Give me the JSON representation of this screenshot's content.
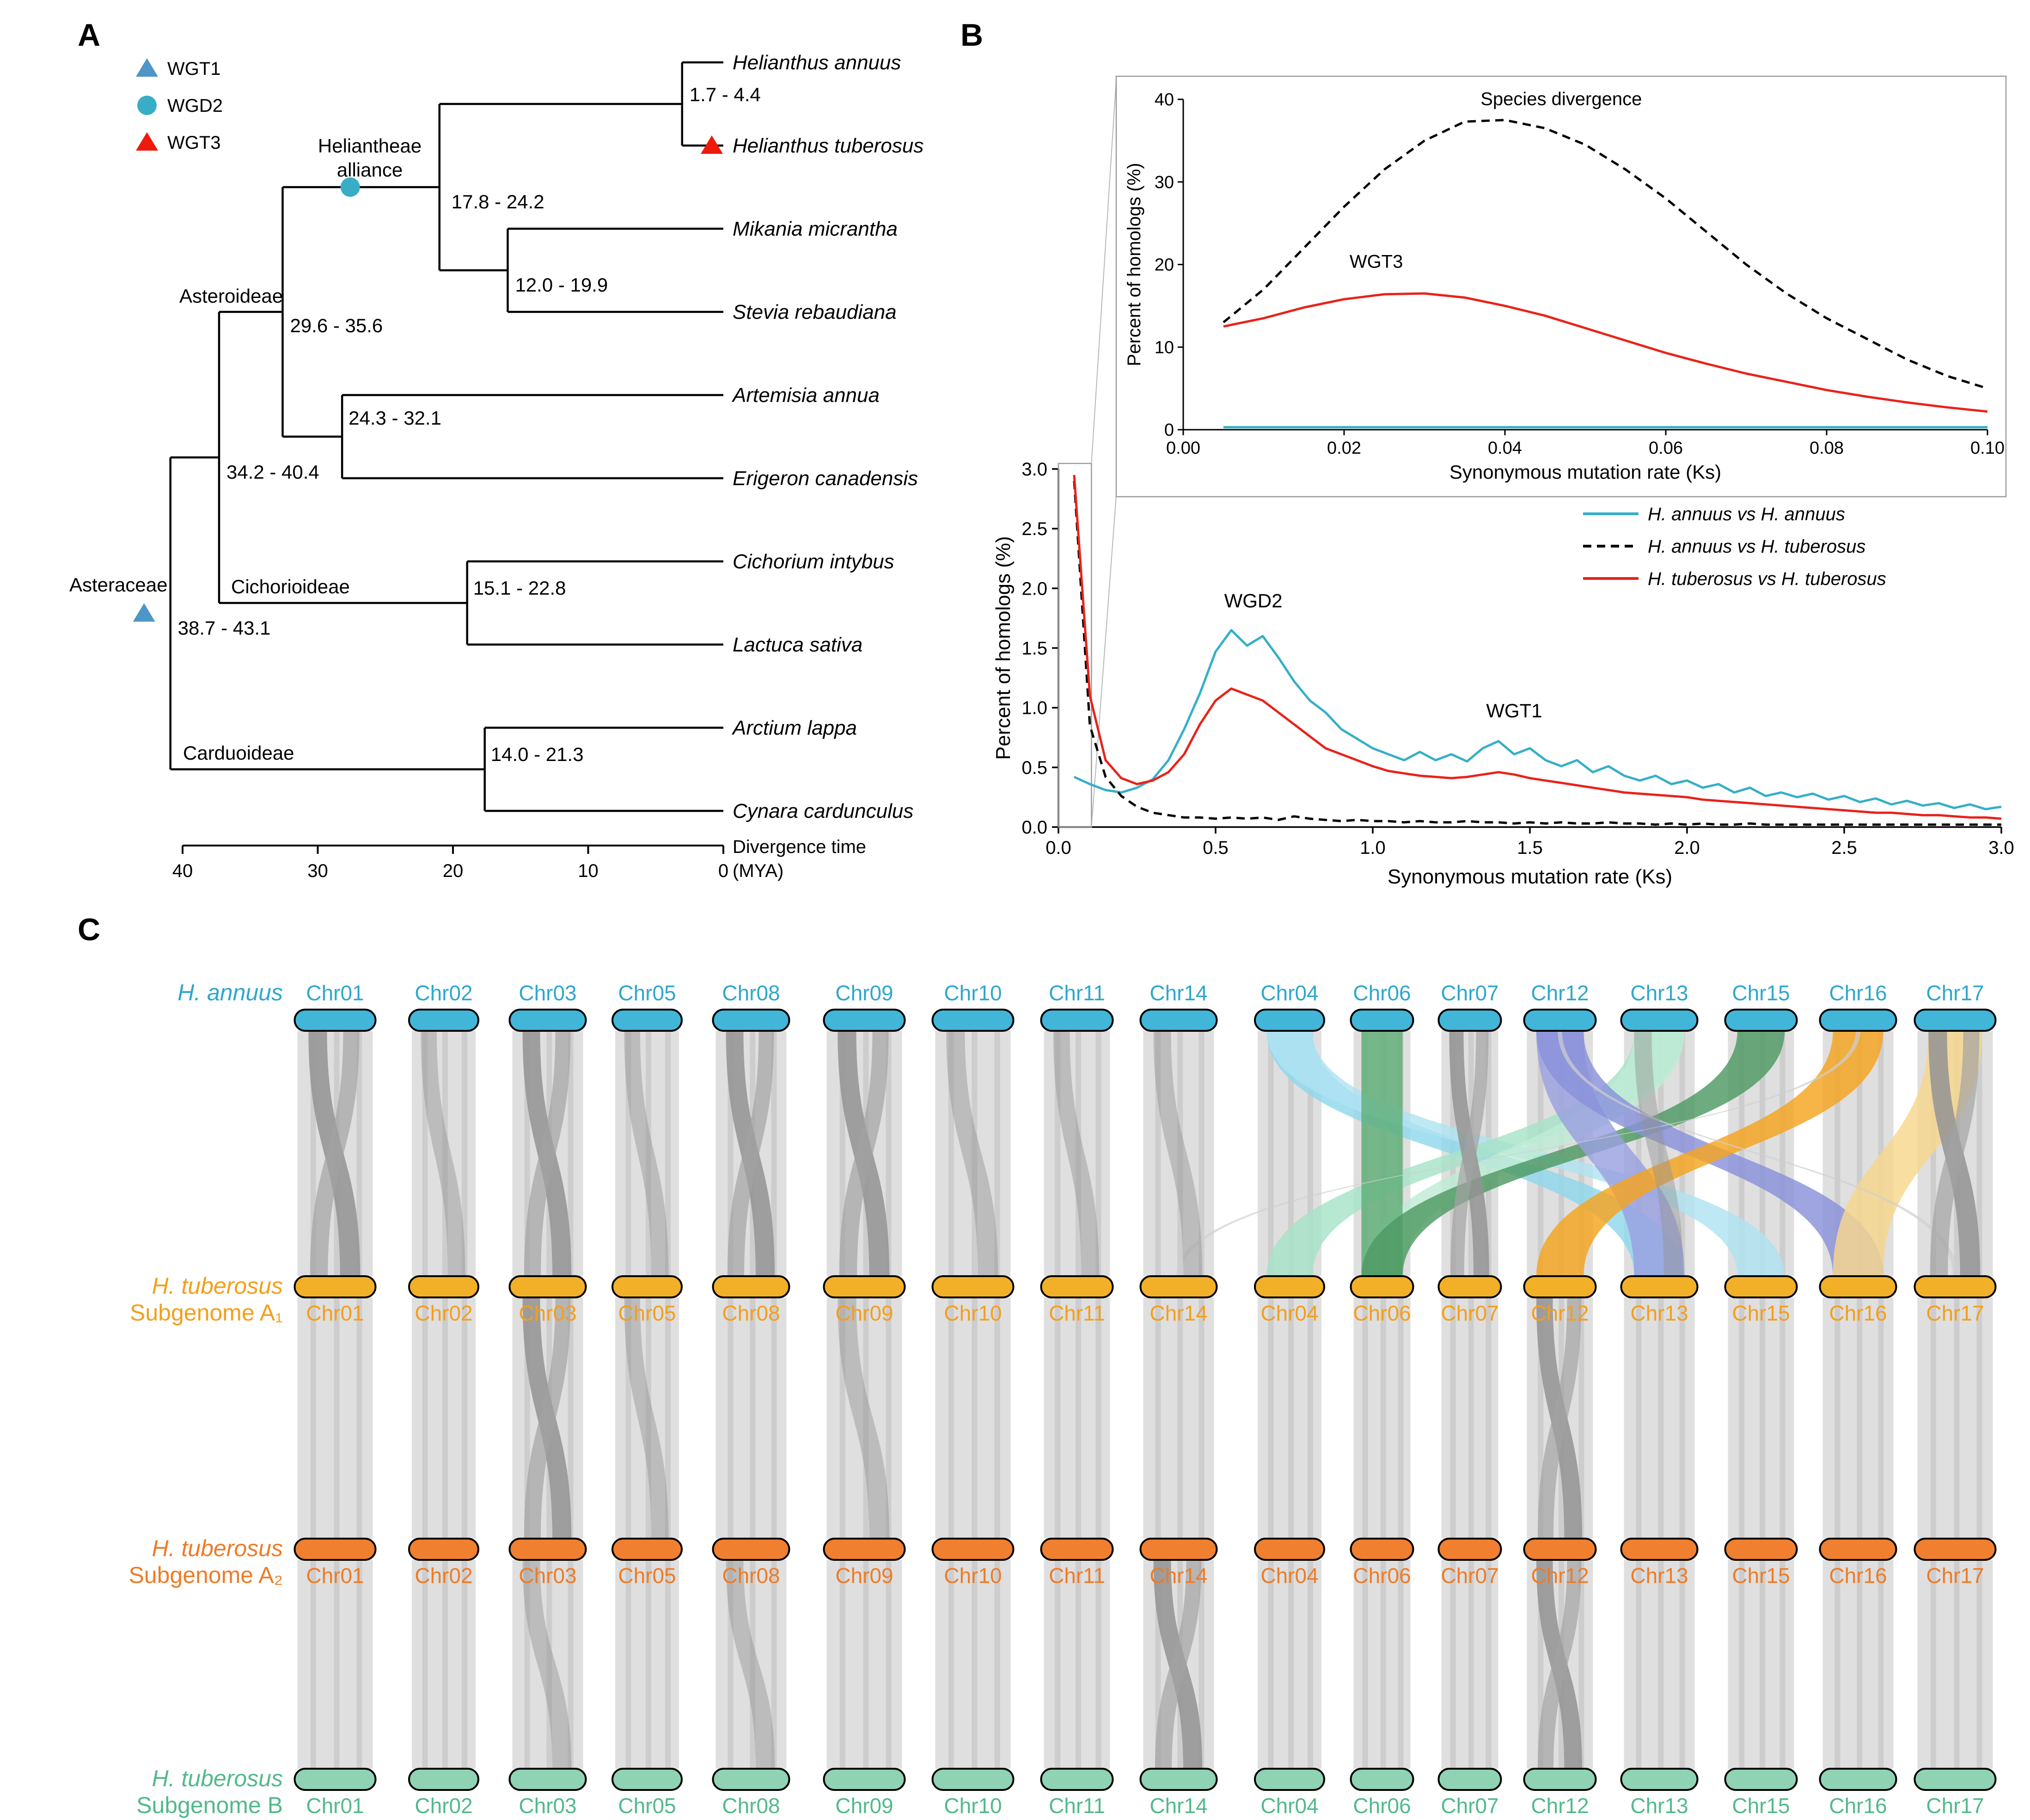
{
  "panels": {
    "a": "A",
    "b": "B",
    "c": "C"
  },
  "tree": {
    "legend": [
      {
        "label": "WGT1",
        "shape": "triangle",
        "color": "#4D96C8"
      },
      {
        "label": "WGD2",
        "shape": "circle",
        "color": "#39ACC6"
      },
      {
        "label": "WGT3",
        "shape": "triangle",
        "color": "#EE1B0D"
      }
    ],
    "axis": {
      "ticks": [
        "40",
        "30",
        "20",
        "10",
        "0"
      ],
      "label_line1": "Divergence time",
      "label_line2": "(MYA)"
    },
    "root": {
      "age_label": "38.7 - 43.1",
      "age": 40.9,
      "clade": "Asteraceae",
      "marker": "WGT1",
      "children": [
        {
          "age_label": "34.2 - 40.4",
          "age": 37.3,
          "children": [
            {
              "age_label": "29.6 - 35.6",
              "age": 32.6,
              "clade": "Asteroideae",
              "children": [
                {
                  "age_label": "17.8 - 24.2",
                  "age": 21.0,
                  "clade": "Heliantheae alliance",
                  "marker": "WGD2",
                  "children": [
                    {
                      "age_label": "1.7 - 4.4",
                      "age": 3.05,
                      "children": [
                        {
                          "species": "Helianthus annuus"
                        },
                        {
                          "species": "Helianthus tuberosus",
                          "marker": "WGT3"
                        }
                      ]
                    },
                    {
                      "age_label": "12.0 - 19.9",
                      "age": 15.95,
                      "children": [
                        {
                          "species": "Mikania micrantha"
                        },
                        {
                          "species": "Stevia rebaudiana"
                        }
                      ]
                    }
                  ]
                },
                {
                  "age_label": "24.3 - 32.1",
                  "age": 28.2,
                  "children": [
                    {
                      "species": "Artemisia annua"
                    },
                    {
                      "species": "Erigeron canadensis"
                    }
                  ]
                }
              ]
            },
            {
              "age_label": "15.1 - 22.8",
              "age": 18.95,
              "clade": "Cichorioideae",
              "children": [
                {
                  "species": "Cichorium intybus"
                },
                {
                  "species": "Lactuca sativa"
                }
              ]
            }
          ]
        },
        {
          "age_label": "14.0 - 21.3",
          "age": 17.65,
          "clade": "Carduoideae",
          "children": [
            {
              "species": "Arctium lappa"
            },
            {
              "species": "Cynara cardunculus"
            }
          ]
        }
      ]
    }
  },
  "chart_data": [
    {
      "type": "line",
      "title": "",
      "xlabel": "Synonymous mutation rate (Ks)",
      "ylabel": "Percent of homologs (%)",
      "xlim": [
        0.0,
        3.0
      ],
      "ylim": [
        0.0,
        3.0
      ],
      "xticks": [
        "0.0",
        "0.5",
        "1.0",
        "1.5",
        "2.0",
        "2.5",
        "3.0"
      ],
      "yticks": [
        "0.0",
        "0.5",
        "1.0",
        "1.5",
        "2.0",
        "2.5",
        "3.0"
      ],
      "grid": false,
      "legend_position": "right-below-inset",
      "ks_start": 0.05,
      "ks_step": 0.05,
      "annotations": [
        {
          "text": "WGD2",
          "x": 0.62,
          "y": 1.84
        },
        {
          "text": "WGT1",
          "x": 1.45,
          "y": 0.92
        }
      ],
      "series": [
        {
          "name": "H. annuus vs H. annuus",
          "color": "#35AFC8",
          "style": "solid",
          "values": [
            0.42,
            0.36,
            0.31,
            0.29,
            0.33,
            0.4,
            0.56,
            0.82,
            1.12,
            1.47,
            1.65,
            1.52,
            1.6,
            1.42,
            1.22,
            1.06,
            0.96,
            0.82,
            0.74,
            0.66,
            0.61,
            0.56,
            0.63,
            0.56,
            0.61,
            0.55,
            0.66,
            0.72,
            0.61,
            0.66,
            0.56,
            0.51,
            0.56,
            0.46,
            0.51,
            0.43,
            0.39,
            0.43,
            0.36,
            0.39,
            0.33,
            0.36,
            0.29,
            0.33,
            0.26,
            0.29,
            0.25,
            0.28,
            0.23,
            0.26,
            0.21,
            0.24,
            0.19,
            0.22,
            0.18,
            0.2,
            0.16,
            0.19,
            0.15,
            0.17
          ]
        },
        {
          "name": "H. annuus vs H. tuberosus",
          "color": "#000000",
          "style": "dashed",
          "values": [
            2.9,
            0.85,
            0.42,
            0.26,
            0.17,
            0.12,
            0.1,
            0.08,
            0.08,
            0.07,
            0.08,
            0.07,
            0.08,
            0.06,
            0.09,
            0.07,
            0.06,
            0.05,
            0.06,
            0.05,
            0.05,
            0.04,
            0.05,
            0.04,
            0.04,
            0.05,
            0.04,
            0.04,
            0.03,
            0.04,
            0.03,
            0.04,
            0.03,
            0.03,
            0.04,
            0.03,
            0.03,
            0.02,
            0.03,
            0.02,
            0.03,
            0.02,
            0.02,
            0.03,
            0.02,
            0.02,
            0.02,
            0.02,
            0.02,
            0.02,
            0.02,
            0.02,
            0.02,
            0.02,
            0.02,
            0.02,
            0.02,
            0.02,
            0.02,
            0.02
          ]
        },
        {
          "name": "H. tuberosus vs H. tuberosus",
          "color": "#E8231A",
          "style": "solid",
          "values": [
            2.95,
            1.1,
            0.56,
            0.41,
            0.36,
            0.39,
            0.46,
            0.61,
            0.86,
            1.06,
            1.16,
            1.11,
            1.06,
            0.96,
            0.86,
            0.76,
            0.66,
            0.61,
            0.56,
            0.51,
            0.47,
            0.45,
            0.43,
            0.42,
            0.41,
            0.42,
            0.44,
            0.46,
            0.44,
            0.41,
            0.39,
            0.37,
            0.35,
            0.33,
            0.31,
            0.29,
            0.28,
            0.27,
            0.26,
            0.25,
            0.23,
            0.22,
            0.21,
            0.2,
            0.19,
            0.18,
            0.17,
            0.16,
            0.15,
            0.14,
            0.13,
            0.12,
            0.12,
            0.11,
            0.1,
            0.1,
            0.09,
            0.08,
            0.08,
            0.07
          ]
        }
      ]
    },
    {
      "type": "line",
      "title": "",
      "xlabel": "Synonymous mutation rate (Ks)",
      "ylabel": "Percent of homologs (%)",
      "xlim": [
        0.0,
        0.1
      ],
      "ylim": [
        0,
        40
      ],
      "xticks": [
        "0.00",
        "0.02",
        "0.04",
        "0.06",
        "0.08",
        "0.10"
      ],
      "yticks": [
        "0",
        "10",
        "20",
        "30",
        "40"
      ],
      "grid": false,
      "ks_start": 0.005,
      "ks_step": 0.005,
      "annotations": [
        {
          "text": "Species divergence",
          "x": 0.047,
          "y": 39.3
        },
        {
          "text": "WGT3",
          "x": 0.024,
          "y": 19.6
        }
      ],
      "series": [
        {
          "name": "H. annuus vs H. annuus",
          "color": "#35AFC8",
          "style": "solid",
          "values": [
            0.3,
            0.3,
            0.3,
            0.3,
            0.3,
            0.3,
            0.3,
            0.3,
            0.3,
            0.3,
            0.3,
            0.3,
            0.3,
            0.3,
            0.3,
            0.3,
            0.3,
            0.3,
            0.3,
            0.3
          ]
        },
        {
          "name": "H. annuus vs H. tuberosus",
          "color": "#000000",
          "style": "dashed",
          "values": [
            13,
            17,
            22,
            27,
            31.5,
            35,
            37.3,
            37.5,
            36.5,
            34.5,
            31.5,
            28,
            24,
            20,
            16.5,
            13.5,
            11,
            8.5,
            6.5,
            5
          ]
        },
        {
          "name": "H. tuberosus vs H. tuberosus",
          "color": "#E8231A",
          "style": "solid",
          "values": [
            12.5,
            13.5,
            14.8,
            15.8,
            16.4,
            16.5,
            16.0,
            15.0,
            13.8,
            12.3,
            10.8,
            9.3,
            8.0,
            6.8,
            5.8,
            4.8,
            4.0,
            3.3,
            2.7,
            2.2
          ]
        }
      ]
    }
  ],
  "synteny": {
    "rows": [
      {
        "name_line1": "H. annuus",
        "name_line2": "",
        "bar_color": "#41B6D9",
        "label_color": "#2EA7CE"
      },
      {
        "name_line1": "H. tuberosus",
        "name_line2": "Subgenome A₁",
        "bar_color": "#F2B028",
        "label_color": "#F59E1A"
      },
      {
        "name_line1": "H. tuberosus",
        "name_line2": "Subgenome A₂",
        "bar_color": "#F0802F",
        "label_color": "#EF7B25"
      },
      {
        "name_line1": "H. tuberosus",
        "name_line2": "Subgenome B",
        "bar_color": "#90D2B4",
        "label_color": "#52B98B"
      }
    ],
    "chromosomes": [
      "Chr01",
      "Chr02",
      "Chr03",
      "Chr05",
      "Chr08",
      "Chr09",
      "Chr10",
      "Chr11",
      "Chr14",
      "Chr04",
      "Chr06",
      "Chr07",
      "Chr12",
      "Chr13",
      "Chr15",
      "Chr16",
      "Chr17"
    ],
    "colored_links": [
      {
        "pair": 0,
        "from": "Chr04",
        "to": "Chr13",
        "color": "#8FD8EC"
      },
      {
        "pair": 0,
        "from": "Chr04",
        "to": "Chr15",
        "color": "#AEE3F2"
      },
      {
        "pair": 0,
        "from": "Chr13",
        "to": "Chr04",
        "color": "#A6E3C8"
      },
      {
        "pair": 0,
        "from": "Chr13",
        "to": "Chr06",
        "color": "#BFEBD6"
      },
      {
        "pair": 0,
        "from": "Chr06",
        "to": "Chr06",
        "color": "#5FAE78"
      },
      {
        "pair": 0,
        "from": "Chr15",
        "to": "Chr06",
        "color": "#4E9A63"
      },
      {
        "pair": 0,
        "from": "Chr12",
        "to": "Chr13",
        "color": "#9AA0E0"
      },
      {
        "pair": 0,
        "from": "Chr12",
        "to": "Chr16",
        "color": "#8A91DB"
      },
      {
        "pair": 0,
        "from": "Chr16",
        "to": "Chr12",
        "color": "#F5A41F"
      },
      {
        "pair": 0,
        "from": "Chr17",
        "to": "Chr16",
        "color": "#F8D78C"
      },
      {
        "pair": 0,
        "from": "Chr16",
        "to": "Chr14",
        "color": "#CFCFCF",
        "thin": true
      },
      {
        "pair": 0,
        "from": "Chr12",
        "to": "Chr17",
        "color": "#CFCFCF",
        "thin": true
      }
    ],
    "dark_links": [
      {
        "pair": 0,
        "chr": "Chr01",
        "strength": "strong"
      },
      {
        "pair": 0,
        "chr": "Chr02",
        "strength": "light"
      },
      {
        "pair": 0,
        "chr": "Chr03",
        "strength": "strong"
      },
      {
        "pair": 0,
        "chr": "Chr05",
        "strength": "light"
      },
      {
        "pair": 0,
        "chr": "Chr08",
        "strength": "strong"
      },
      {
        "pair": 0,
        "chr": "Chr09",
        "strength": "strong"
      },
      {
        "pair": 0,
        "chr": "Chr10",
        "strength": "light"
      },
      {
        "pair": 0,
        "chr": "Chr11",
        "strength": "light"
      },
      {
        "pair": 0,
        "chr": "Chr14",
        "strength": "light"
      },
      {
        "pair": 0,
        "chr": "Chr07",
        "strength": "strong"
      },
      {
        "pair": 0,
        "chr": "Chr13",
        "strength": "light"
      },
      {
        "pair": 0,
        "chr": "Chr17",
        "strength": "strong"
      },
      {
        "pair": 1,
        "chr": "Chr03",
        "strength": "strong"
      },
      {
        "pair": 1,
        "chr": "Chr12",
        "strength": "strong"
      },
      {
        "pair": 1,
        "chr": "Chr09",
        "strength": "light"
      },
      {
        "pair": 1,
        "chr": "Chr05",
        "strength": "light"
      },
      {
        "pair": 2,
        "chr": "Chr14",
        "strength": "strong"
      },
      {
        "pair": 2,
        "chr": "Chr12",
        "strength": "strong"
      },
      {
        "pair": 2,
        "chr": "Chr03",
        "strength": "light"
      },
      {
        "pair": 2,
        "chr": "Chr08",
        "strength": "light"
      }
    ]
  }
}
